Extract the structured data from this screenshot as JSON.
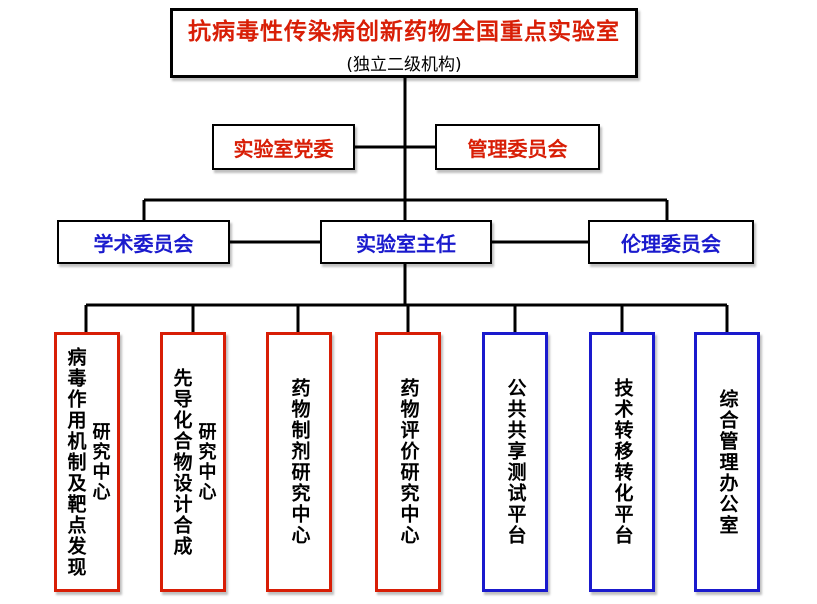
{
  "colors": {
    "red": "#d81e06",
    "blue": "#1a1acd",
    "line": "#000000"
  },
  "top": {
    "title": "抗病毒性传染病创新药物全国重点实验室",
    "subtitle": "(独立二级机构)"
  },
  "level2": {
    "party_committee": "实验室党委",
    "management_committee": "管理委员会"
  },
  "level3": {
    "academic_committee": "学术委员会",
    "director": "实验室主任",
    "ethics_committee": "伦理委员会"
  },
  "units": [
    {
      "main": "病毒作用机制及靶点发现",
      "sub": "研究中心",
      "color": "red"
    },
    {
      "main": "先导化合物设计合成",
      "sub": "研究中心",
      "color": "red"
    },
    {
      "main": "药物制剂研究中心",
      "sub": "",
      "color": "red"
    },
    {
      "main": "药物评价研究中心",
      "sub": "",
      "color": "red"
    },
    {
      "main": "公共共享测试平台",
      "sub": "",
      "color": "blue"
    },
    {
      "main": "技术转移转化平台",
      "sub": "",
      "color": "blue"
    },
    {
      "main": "综合管理办公室",
      "sub": "",
      "color": "blue"
    }
  ]
}
